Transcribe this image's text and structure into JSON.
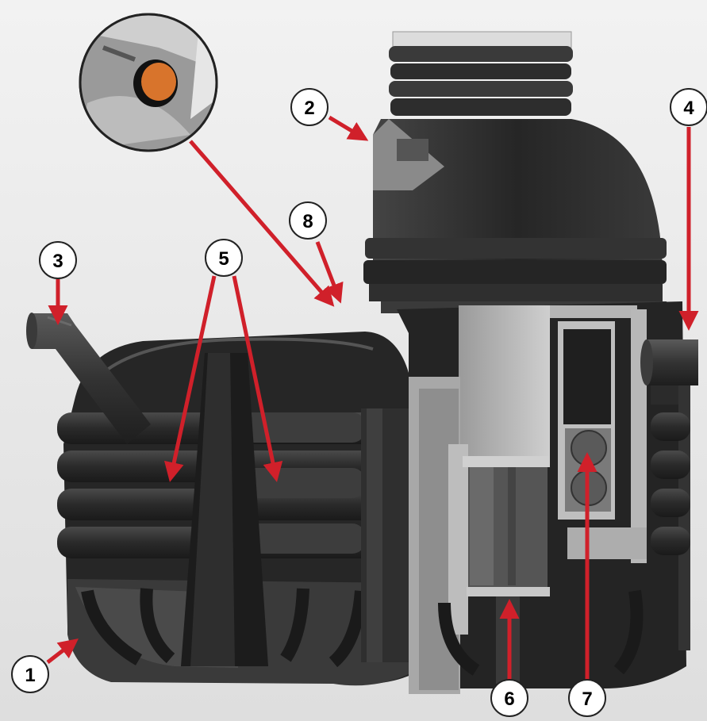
{
  "diagram": {
    "callouts": [
      {
        "id": "1",
        "label": "1",
        "target": "tank-body"
      },
      {
        "id": "2",
        "label": "2",
        "target": "dome-shaft"
      },
      {
        "id": "3",
        "label": "3",
        "target": "inlet-pipe"
      },
      {
        "id": "4",
        "label": "4",
        "target": "outlet-pipe"
      },
      {
        "id": "5",
        "label": "5",
        "target": "internal-ribs"
      },
      {
        "id": "6",
        "label": "6",
        "target": "pump-unit"
      },
      {
        "id": "7",
        "label": "7",
        "target": "float-chamber"
      },
      {
        "id": "8",
        "label": "8",
        "target": "vent-plug"
      }
    ],
    "colors": {
      "arrow": "#d0202a",
      "tank": "#2b2b2b",
      "tank_light": "#5a5a5a",
      "cutaway": "#b8b8b8",
      "plug": "#d8742c",
      "background": "#e6e6e6"
    }
  }
}
